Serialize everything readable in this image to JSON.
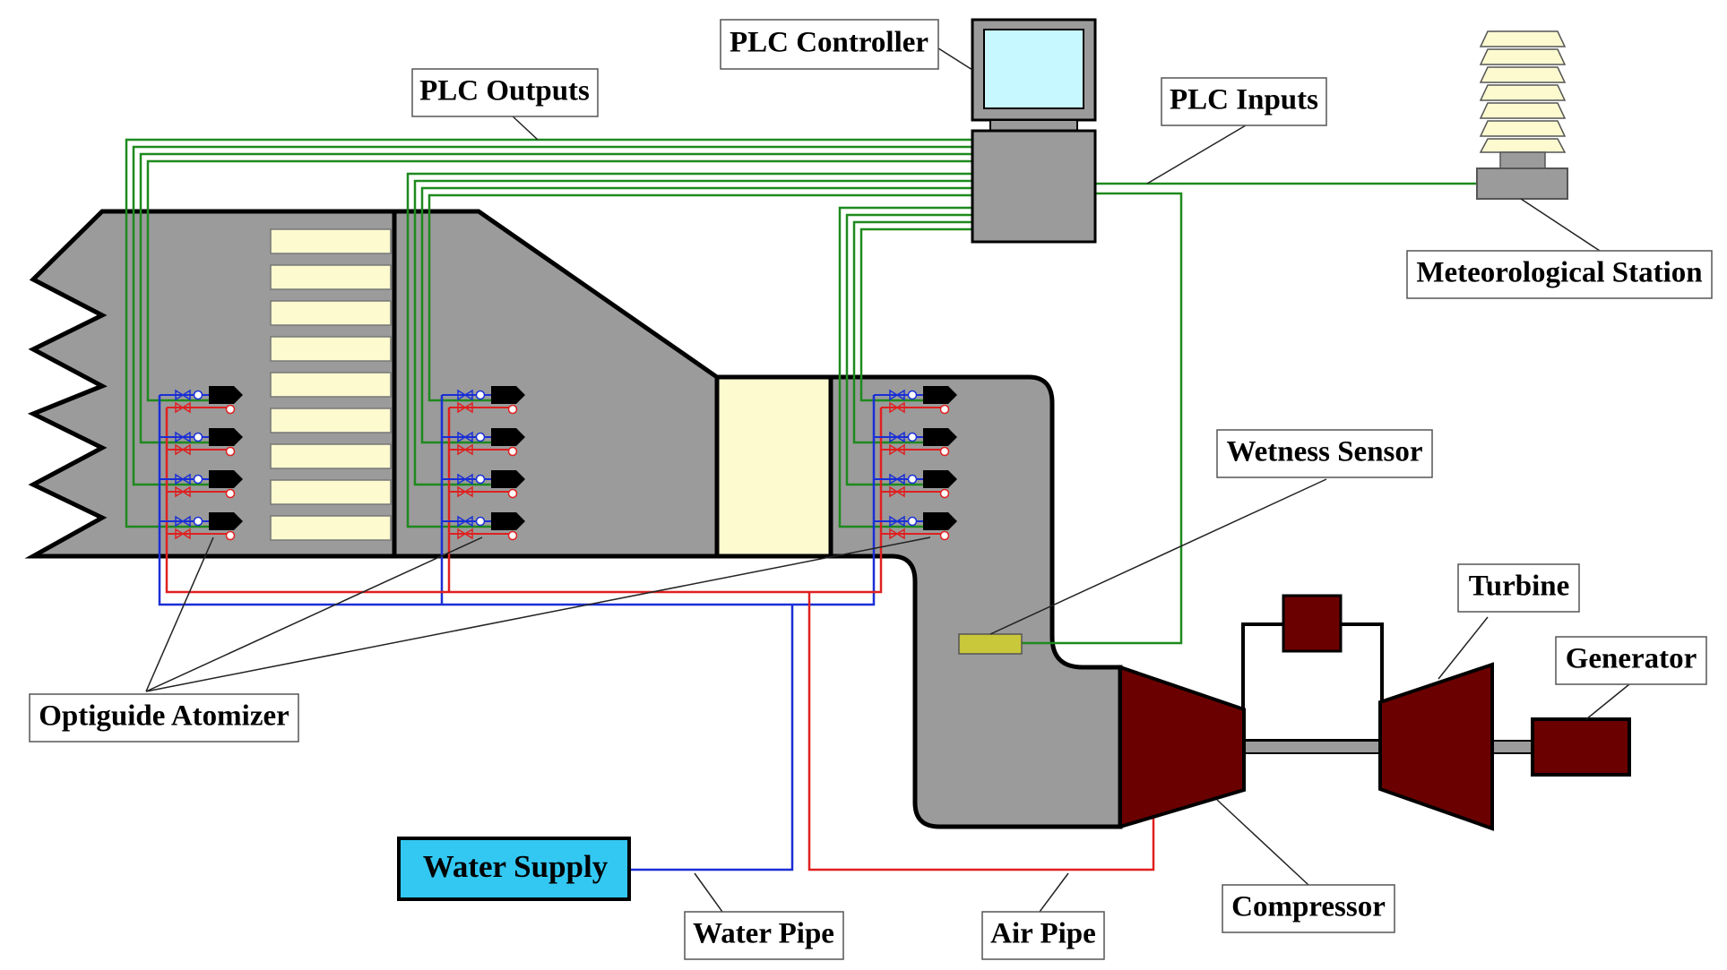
{
  "labels": {
    "plc_controller": "PLC Controller",
    "plc_outputs": "PLC Outputs",
    "plc_inputs": "PLC Inputs",
    "meteorological_station": "Meteorological Station",
    "wetness_sensor": "Wetness Sensor",
    "turbine": "Turbine",
    "generator": "Generator",
    "optiguide_atomizer": "Optiguide Atomizer",
    "water_supply": "Water Supply",
    "water_pipe": "Water Pipe",
    "air_pipe": "Air Pipe",
    "compressor": "Compressor"
  },
  "colors": {
    "duct": "#9b9b9b",
    "filter": "#fdfad0",
    "signal": "#1e8a1e",
    "water": "#1a2fd6",
    "air": "#e02020",
    "machine": "#6b0000",
    "water_supply": "#33c8f2",
    "screen": "#c8f8ff",
    "sensor": "#c8c83a"
  },
  "icons": [
    "plc-computer-icon",
    "meteorological-station-icon",
    "atomizer-nozzle-icon",
    "wetness-sensor-icon"
  ]
}
